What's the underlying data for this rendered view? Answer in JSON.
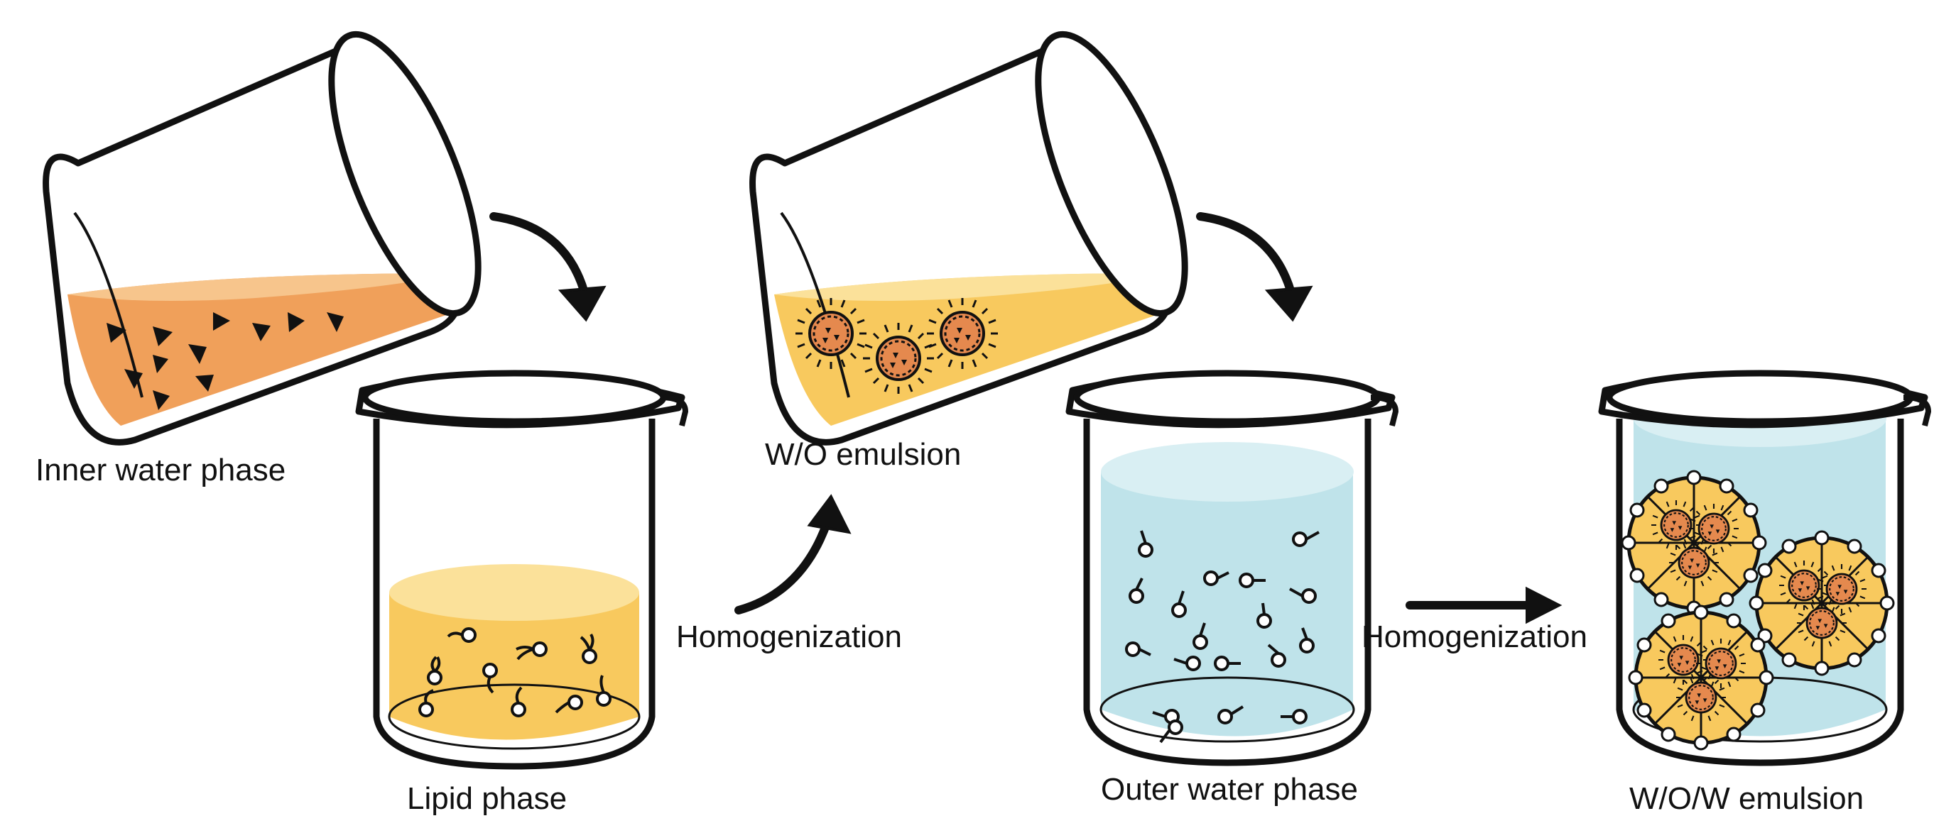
{
  "labels": {
    "inner_water_phase": "Inner water phase",
    "lipid_phase": "Lipid phase",
    "wo_emulsion": "W/O emulsion",
    "outer_water_phase": "Outer water phase",
    "wow_emulsion": "W/O/W emulsion",
    "homogenization_1": "Homogenization",
    "homogenization_2": "Homogenization"
  },
  "colors": {
    "inner_water": "#f0a05a",
    "inner_water_top": "#f7c58c",
    "lipid": "#f8c95e",
    "lipid_top": "#fbe19a",
    "outer_water": "#bfe3ea",
    "outer_water_top": "#d9eff3",
    "droplet_core": "#e5894e",
    "stroke": "#111111",
    "glass": "#ffffff"
  }
}
